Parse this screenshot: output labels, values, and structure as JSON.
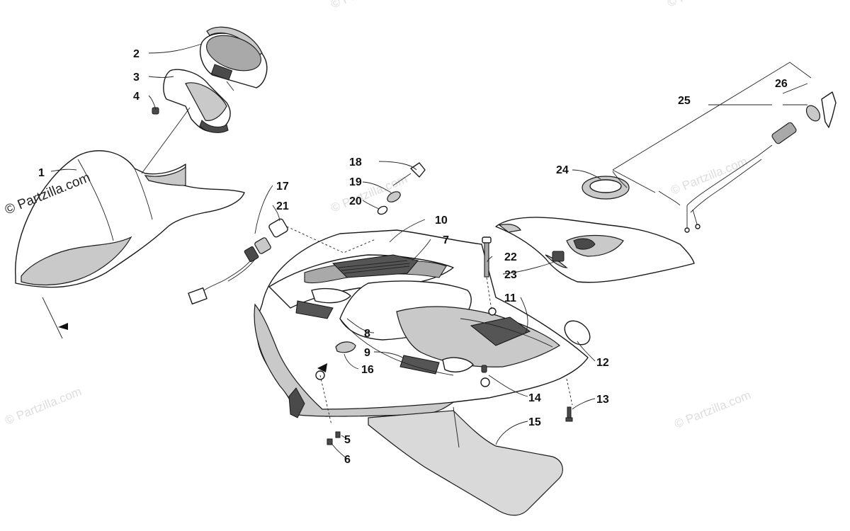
{
  "diagram": {
    "callouts": [
      "1",
      "2",
      "3",
      "4",
      "5",
      "6",
      "7",
      "8",
      "9",
      "10",
      "11",
      "12",
      "13",
      "14",
      "15",
      "16",
      "17",
      "18",
      "19",
      "20",
      "21",
      "22",
      "23",
      "24",
      "25",
      "26"
    ]
  },
  "watermark": {
    "brand": "Partzilla.com",
    "main_text": "© Partzilla.com",
    "faded_text": "© Partzilla.com"
  },
  "colors": {
    "line": "#1a1a1a",
    "shade": "#c9c9c9",
    "mat": "#555555",
    "watermark": "#dddddd"
  }
}
